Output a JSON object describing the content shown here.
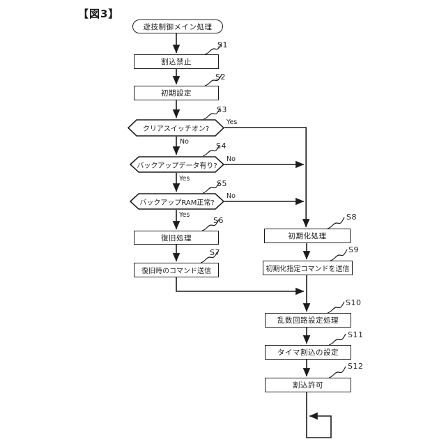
{
  "figure_label": "【図3】",
  "start_node": {
    "label": "遊技制御メイン処理"
  },
  "nodes": [
    {
      "id": "S1",
      "type": "process",
      "label": "割込禁止"
    },
    {
      "id": "S2",
      "type": "process",
      "label": "初期設定"
    },
    {
      "id": "S3",
      "type": "decision",
      "label": "クリアスイッチオン?",
      "branch_right": "Yes",
      "branch_down": "No"
    },
    {
      "id": "S4",
      "type": "decision",
      "label": "バックアップデータ有り?",
      "branch_right": "No",
      "branch_down": "Yes"
    },
    {
      "id": "S5",
      "type": "decision",
      "label": "バックアップRAM正常?",
      "branch_right": "No",
      "branch_down": "Yes"
    },
    {
      "id": "S6",
      "type": "process",
      "label": "復旧処理"
    },
    {
      "id": "S7",
      "type": "process",
      "label": "復旧時のコマンド送信"
    },
    {
      "id": "S8",
      "type": "process",
      "label": "初期化処理"
    },
    {
      "id": "S9",
      "type": "process",
      "label": "初期化指定コマンドを送信"
    },
    {
      "id": "S10",
      "type": "process",
      "label": "乱数回路設定処理"
    },
    {
      "id": "S11",
      "type": "process",
      "label": "タイマ割込の設定"
    },
    {
      "id": "S12",
      "type": "process",
      "label": "割込許可"
    }
  ],
  "colors": {
    "line": "#1c1c1c",
    "background": "#ffffff"
  }
}
